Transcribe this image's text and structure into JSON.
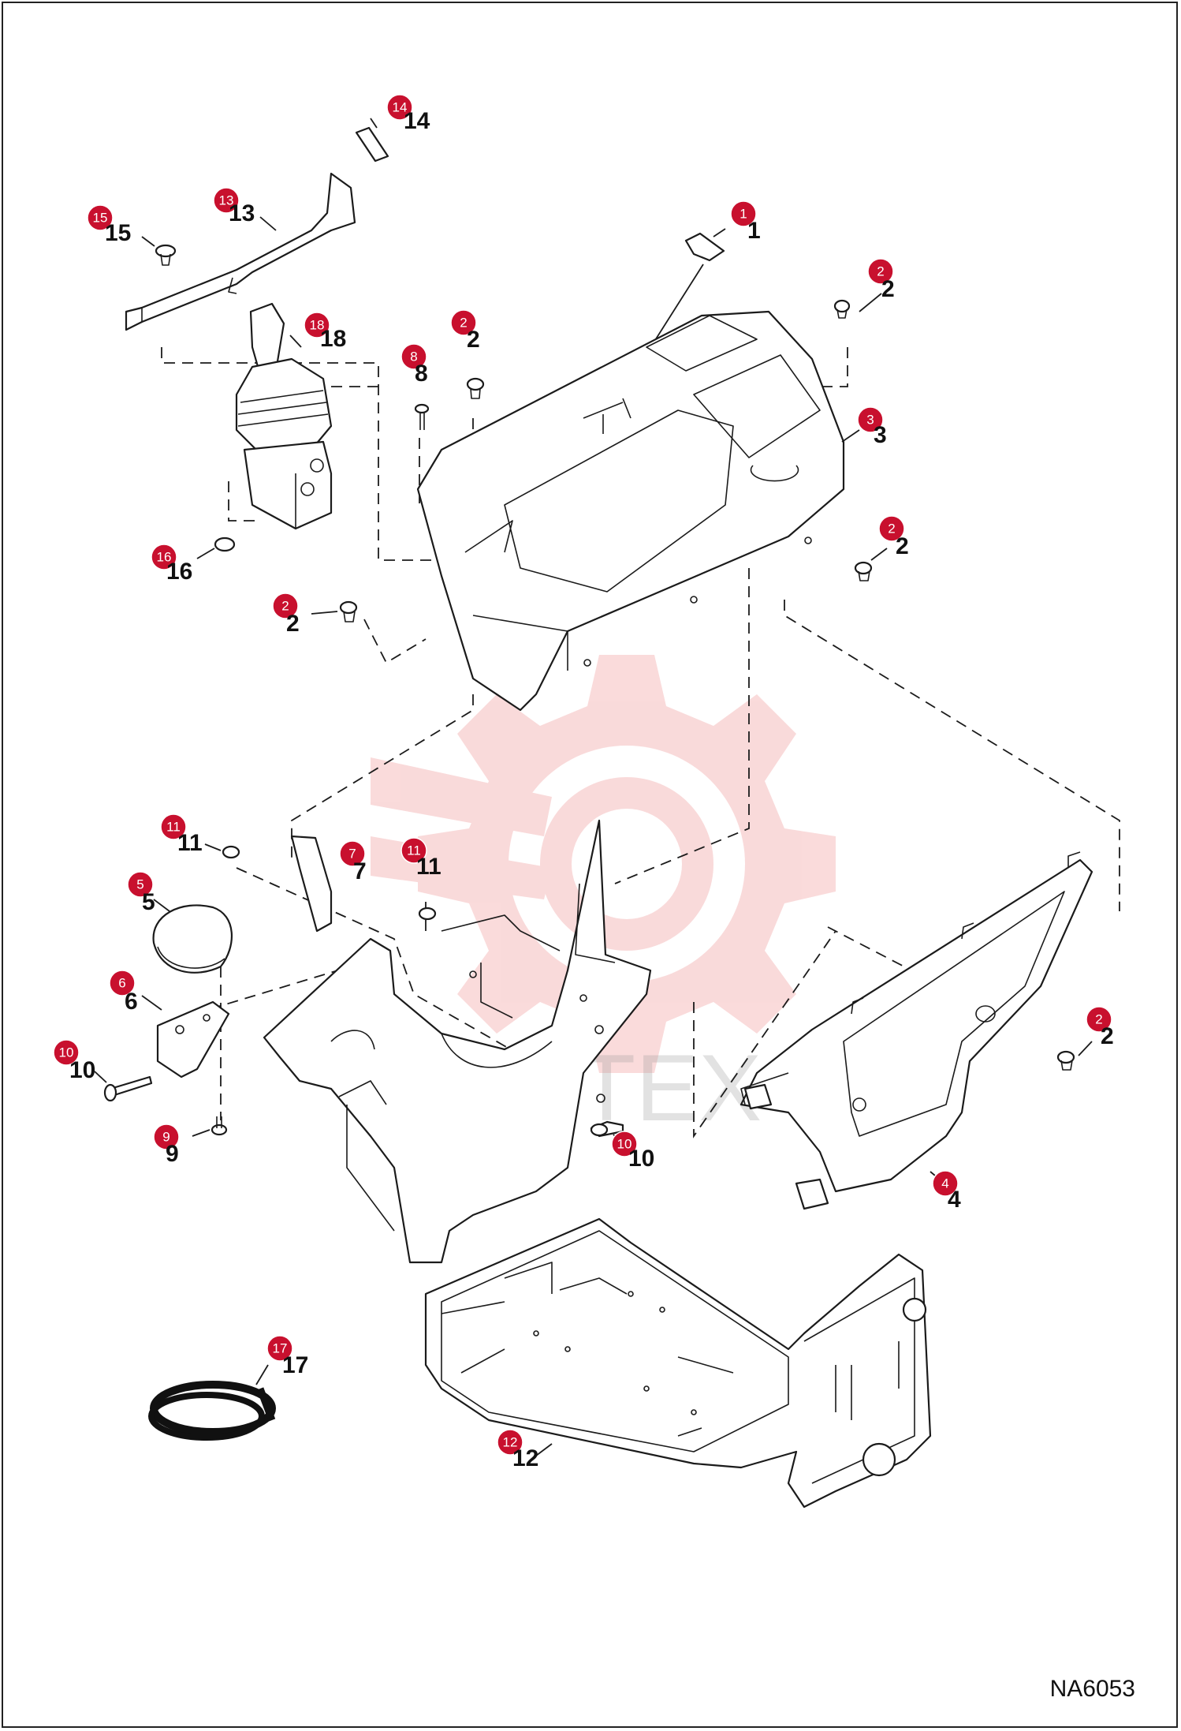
{
  "drawing_code": "NA6053",
  "watermark": "ИНТЕХ",
  "colors": {
    "badge": "#c8102e",
    "line": "#1b1b1b",
    "watermark_gear": "#f6c9c9"
  },
  "callouts": [
    {
      "id": "c1",
      "badge": "1",
      "label": "1"
    },
    {
      "id": "c2a",
      "badge": "2",
      "label": "2"
    },
    {
      "id": "c2b",
      "badge": "2",
      "label": "2"
    },
    {
      "id": "c2c",
      "badge": "2",
      "label": "2"
    },
    {
      "id": "c2d",
      "badge": "2",
      "label": "2"
    },
    {
      "id": "c2e",
      "badge": "2",
      "label": "2"
    },
    {
      "id": "c3",
      "badge": "3",
      "label": "3"
    },
    {
      "id": "c4",
      "badge": "4",
      "label": "4"
    },
    {
      "id": "c5",
      "badge": "5",
      "label": "5"
    },
    {
      "id": "c6",
      "badge": "6",
      "label": "6"
    },
    {
      "id": "c7",
      "badge": "7",
      "label": "7"
    },
    {
      "id": "c8",
      "badge": "8",
      "label": "8"
    },
    {
      "id": "c9",
      "badge": "9",
      "label": "9"
    },
    {
      "id": "c10a",
      "badge": "10",
      "label": "10"
    },
    {
      "id": "c10b",
      "badge": "10",
      "label": "10"
    },
    {
      "id": "c11a",
      "badge": "11",
      "label": "11"
    },
    {
      "id": "c11b",
      "badge": "11",
      "label": "11"
    },
    {
      "id": "c12",
      "badge": "12",
      "label": "12"
    },
    {
      "id": "c13",
      "badge": "13",
      "label": "13"
    },
    {
      "id": "c14",
      "badge": "14",
      "label": "14"
    },
    {
      "id": "c15",
      "badge": "15",
      "label": "15"
    },
    {
      "id": "c16",
      "badge": "16",
      "label": "16"
    },
    {
      "id": "c17",
      "badge": "17",
      "label": "17"
    },
    {
      "id": "c18",
      "badge": "18",
      "label": "18"
    }
  ]
}
